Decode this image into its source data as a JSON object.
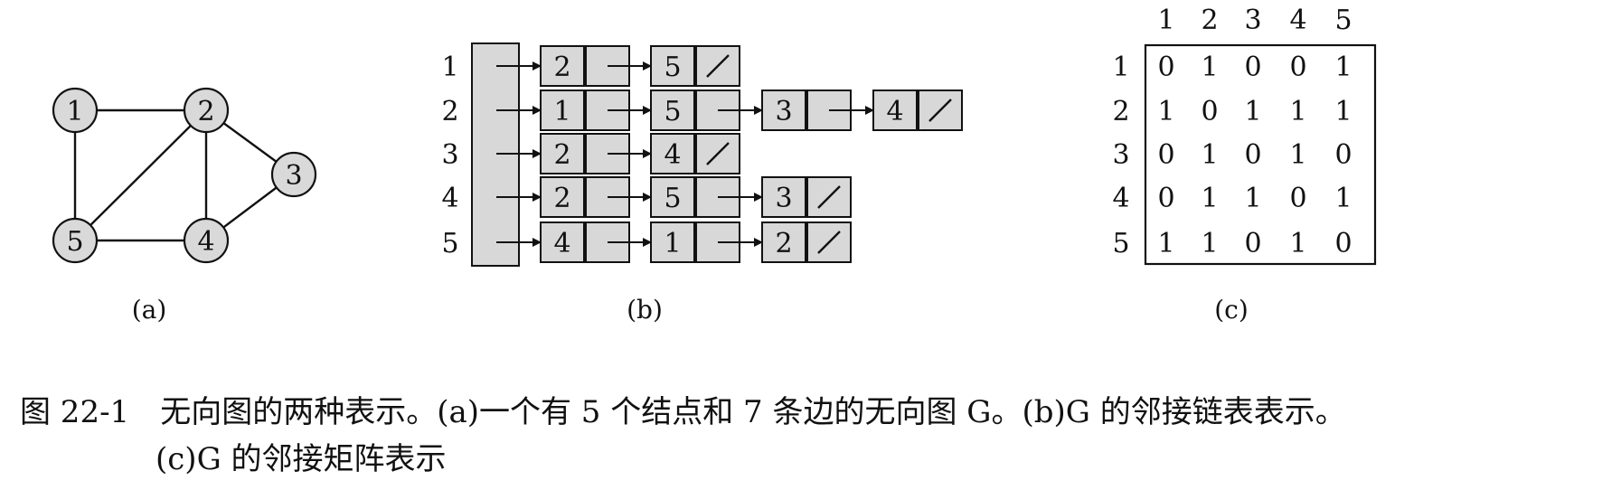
{
  "figure": {
    "caption_label": "图 22-1",
    "caption_line1": "无向图的两种表示。(a)一个有 5 个结点和 7 条边的无向图 G。(b)G 的邻接链表表示。",
    "caption_line2": "(c)G 的邻接矩阵表示",
    "sub_a": "(a)",
    "sub_b": "(b)",
    "sub_c": "(c)"
  },
  "graph": {
    "nodes": [
      "1",
      "2",
      "3",
      "4",
      "5"
    ],
    "edges": [
      [
        "1",
        "2"
      ],
      [
        "1",
        "5"
      ],
      [
        "2",
        "5"
      ],
      [
        "2",
        "4"
      ],
      [
        "2",
        "3"
      ],
      [
        "3",
        "4"
      ],
      [
        "4",
        "5"
      ]
    ]
  },
  "adjacency_list": [
    {
      "vertex": "1",
      "list": [
        "2",
        "5"
      ]
    },
    {
      "vertex": "2",
      "list": [
        "1",
        "5",
        "3",
        "4"
      ]
    },
    {
      "vertex": "3",
      "list": [
        "2",
        "4"
      ]
    },
    {
      "vertex": "4",
      "list": [
        "2",
        "5",
        "3"
      ]
    },
    {
      "vertex": "5",
      "list": [
        "4",
        "1",
        "2"
      ]
    }
  ],
  "matrix": {
    "col_headers": [
      "1",
      "2",
      "3",
      "4",
      "5"
    ],
    "row_headers": [
      "1",
      "2",
      "3",
      "4",
      "5"
    ],
    "rows": [
      [
        "0",
        "1",
        "0",
        "0",
        "1"
      ],
      [
        "1",
        "0",
        "1",
        "1",
        "1"
      ],
      [
        "0",
        "1",
        "0",
        "1",
        "0"
      ],
      [
        "0",
        "1",
        "1",
        "0",
        "1"
      ],
      [
        "1",
        "1",
        "0",
        "1",
        "0"
      ]
    ]
  }
}
